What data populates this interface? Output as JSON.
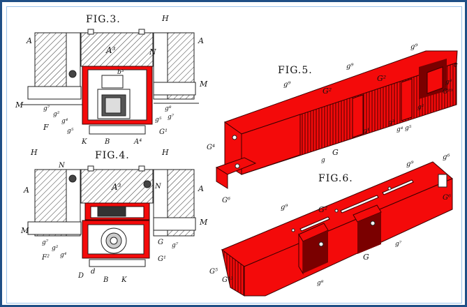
{
  "figures": {
    "fig3": "FIG.3.",
    "fig4": "FIG.4.",
    "fig5": "FIG.5.",
    "fig6": "FIG.6."
  },
  "labels": {
    "fig3": [
      "H",
      "A",
      "A³",
      "N",
      "A",
      "M",
      "M",
      "b³",
      "g⁷",
      "g²",
      "F",
      "g⁴",
      "g⁵",
      "g⁸",
      "g⁵",
      "g⁷",
      "G¹",
      "K",
      "B",
      "A⁴"
    ],
    "fig4": [
      "H",
      "H",
      "N",
      "A³",
      "N",
      "A",
      "A",
      "M",
      "M",
      "g⁷",
      "g²",
      "F²",
      "g⁴",
      "G",
      "g⁷",
      "G¹",
      "D",
      "d",
      "B",
      "K"
    ],
    "fig5": [
      "g⁹",
      "g⁹",
      "g⁹",
      "G²",
      "G²",
      "c",
      "g⁸",
      "g²",
      "g³",
      "g⁴",
      "g⁵",
      "G¹⁰",
      "G⁴",
      "g¹",
      "G",
      "g",
      "G⁶"
    ],
    "fig6": [
      "g⁹",
      "g⁹",
      "G²",
      "g⁶",
      "G⁶",
      "g⁷",
      "G",
      "g⁸",
      "G⁵",
      "G¹³"
    ]
  },
  "colors": {
    "frame": "#1f4f86",
    "inner_border": "#9cc3ea",
    "part_red": "#f40a0a",
    "ink": "#111111"
  }
}
